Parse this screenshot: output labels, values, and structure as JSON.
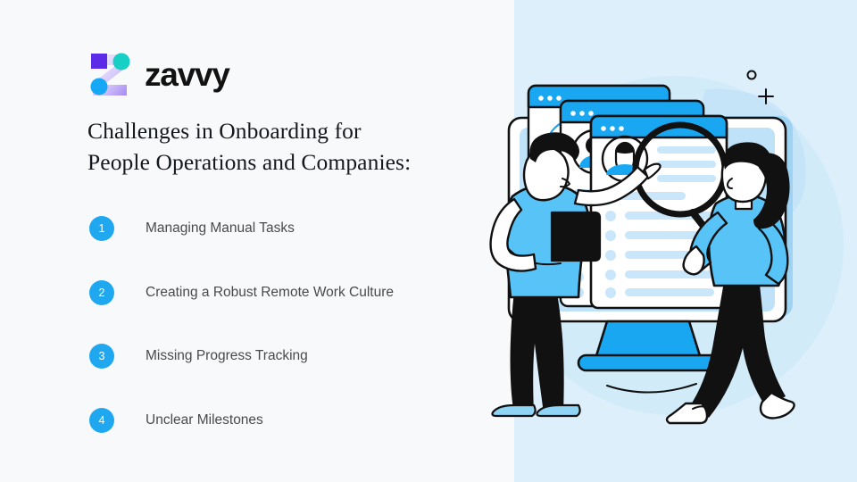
{
  "slide": {
    "background_left": "#F7F9FB",
    "background_right": "#DCEFFA",
    "accent": "#1FA8F0"
  },
  "brand": {
    "name": "zavvy",
    "mark_name": "zavvy-logo-mark",
    "mark_colors": {
      "square": "#5B2BE8",
      "circle_top": "#17CFC4",
      "circle_bottom": "#16A8F5",
      "z_gradient_from": "#EDEBFF",
      "z_gradient_to": "#B39CF6"
    }
  },
  "headline": {
    "line1": "Challenges in Onboarding for",
    "line2": "People Operations and Companies:"
  },
  "list": {
    "items": [
      {
        "number": "1",
        "label": "Managing Manual Tasks"
      },
      {
        "number": "2",
        "label": "Creating a Robust Remote Work Culture"
      },
      {
        "number": "3",
        "label": "Missing Progress Tracking"
      },
      {
        "number": "4",
        "label": "Unclear Milestones"
      }
    ]
  },
  "illustration": {
    "name": "onboarding-review-illustration",
    "description": "Two people reviewing employee profiles on a desktop monitor with stacked browser windows and a magnifying glass",
    "colors": {
      "blue": "#19A7F2",
      "light_blue": "#B9E0F7",
      "pale_blue": "#CFE9FA",
      "skin_light": "#FFFFFF",
      "ink": "#111111",
      "shirt": "#57C3F7"
    }
  }
}
